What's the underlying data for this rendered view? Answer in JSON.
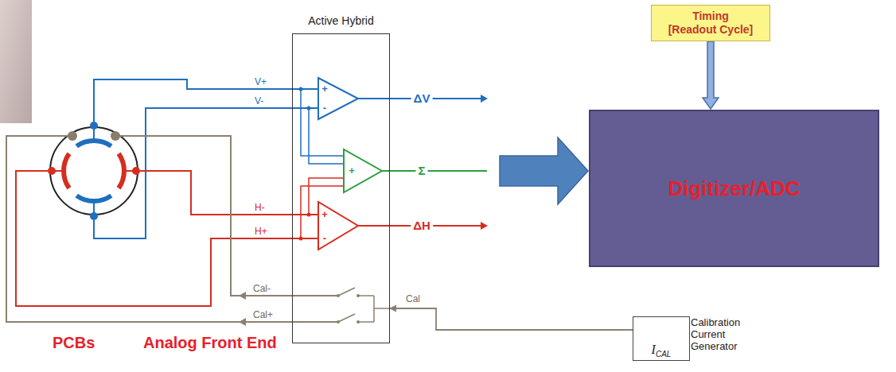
{
  "diagram": {
    "nodes": [
      {
        "text": [
          "Active Hybrid"
        ]
      },
      {
        "text": [
          "Timing",
          "[Readout Cycle]"
        ]
      },
      {
        "text": [
          "Digitizer/ADC"
        ]
      },
      {
        "text": [
          "I",
          "CAL",
          "Calibration Current Generator"
        ]
      }
    ],
    "edges": [
      {
        "from": 0,
        "to": 2,
        "arrow": "to"
      },
      {
        "from": 1,
        "to": 2,
        "arrow": "to"
      },
      {
        "from": 3,
        "to": 0,
        "arrow": "to"
      }
    ],
    "labels": [
      "V+",
      "V-",
      "+",
      "-",
      "+",
      "H-",
      "+",
      "-",
      "H+",
      "Cal-",
      "Cal+",
      "ΔV",
      "Σ",
      "ΔH",
      "Cal",
      "PCBs",
      "Analog Front End"
    ]
  }
}
